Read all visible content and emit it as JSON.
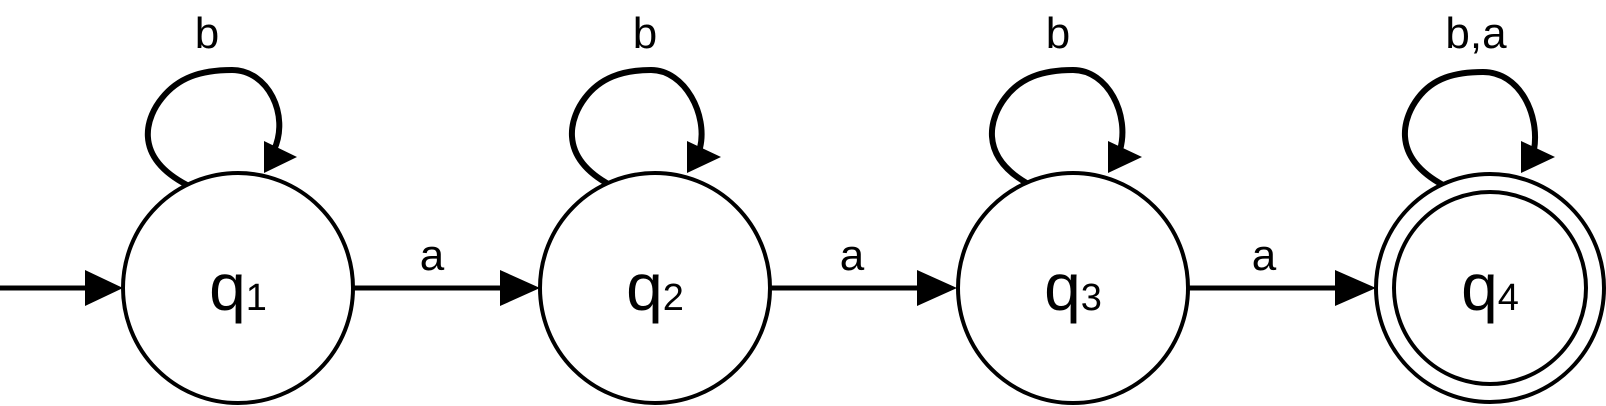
{
  "colors": {
    "stroke": "#000000",
    "background": "#ffffff"
  },
  "start_state": "q1",
  "accepting_states": [
    "q4"
  ],
  "states": [
    {
      "id": "q1",
      "letter": "q",
      "subscript": "1",
      "self_loop_label": "b"
    },
    {
      "id": "q2",
      "letter": "q",
      "subscript": "2",
      "self_loop_label": "b"
    },
    {
      "id": "q3",
      "letter": "q",
      "subscript": "3",
      "self_loop_label": "b"
    },
    {
      "id": "q4",
      "letter": "q",
      "subscript": "4",
      "self_loop_label": "b,a"
    }
  ],
  "transitions": [
    {
      "from": "q1",
      "to": "q2",
      "label": "a"
    },
    {
      "from": "q2",
      "to": "q3",
      "label": "a"
    },
    {
      "from": "q3",
      "to": "q4",
      "label": "a"
    }
  ]
}
